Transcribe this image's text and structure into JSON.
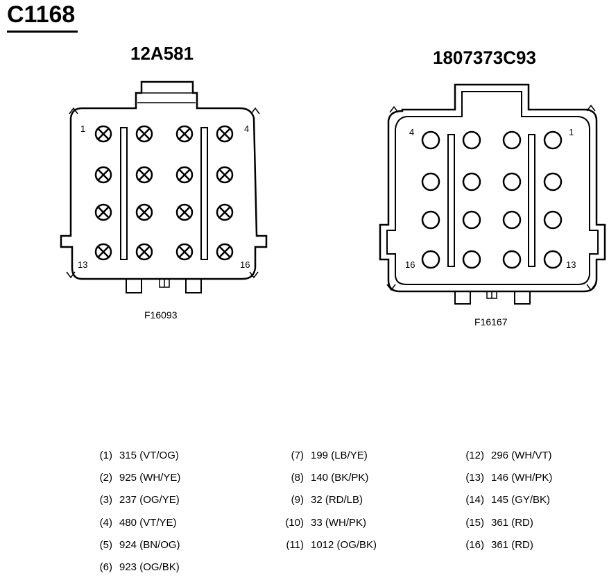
{
  "title": "C1168",
  "connectors": [
    {
      "part": "12A581",
      "figure": "F16093",
      "pin_labels": {
        "top_left": "1",
        "top_right": "4",
        "bottom_left": "13",
        "bottom_right": "16"
      },
      "cavity_style": "terminal-x"
    },
    {
      "part": "1807373C93",
      "figure": "F16167",
      "pin_labels": {
        "top_left": "4",
        "top_right": "1",
        "bottom_left": "16",
        "bottom_right": "13"
      },
      "cavity_style": "open-circle"
    }
  ],
  "pinout": [
    {
      "pin": "(1)",
      "wire": "315 (VT/OG)"
    },
    {
      "pin": "(2)",
      "wire": "925 (WH/YE)"
    },
    {
      "pin": "(3)",
      "wire": "237 (OG/YE)"
    },
    {
      "pin": "(4)",
      "wire": "480 (VT/YE)"
    },
    {
      "pin": "(5)",
      "wire": "924 (BN/OG)"
    },
    {
      "pin": "(6)",
      "wire": "923 (OG/BK)"
    },
    {
      "pin": "(7)",
      "wire": "199 (LB/YE)"
    },
    {
      "pin": "(8)",
      "wire": "140 (BK/PK)"
    },
    {
      "pin": "(9)",
      "wire": "32 (RD/LB)"
    },
    {
      "pin": "(10)",
      "wire": "33 (WH/PK)"
    },
    {
      "pin": "(11)",
      "wire": "1012 (OG/BK)"
    },
    {
      "pin": "(12)",
      "wire": "296 (WH/VT)"
    },
    {
      "pin": "(13)",
      "wire": "146 (WH/PK)"
    },
    {
      "pin": "(14)",
      "wire": "145 (GY/BK)"
    },
    {
      "pin": "(15)",
      "wire": "361 (RD)"
    },
    {
      "pin": "(16)",
      "wire": "361 (RD)"
    }
  ]
}
